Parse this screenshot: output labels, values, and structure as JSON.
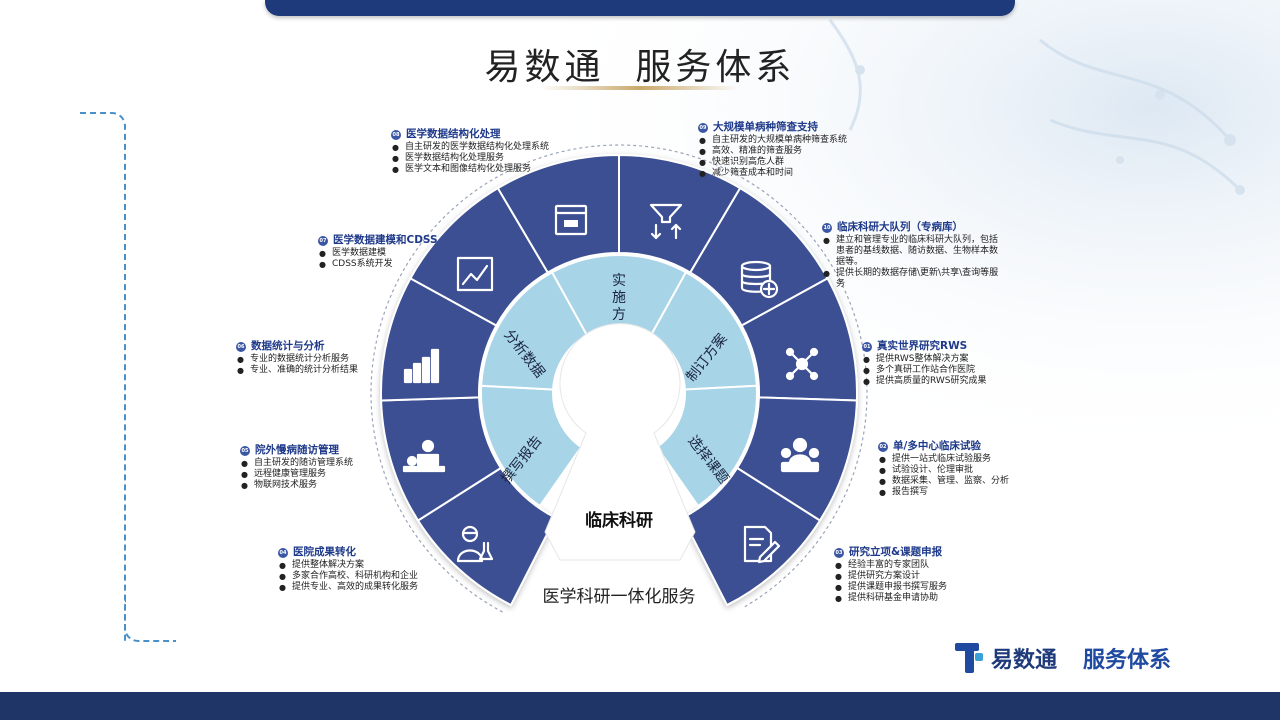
{
  "title": "易数通  服务体系",
  "center": {
    "title": "临床科研",
    "subtitle": "医学科研一体化服务"
  },
  "inner_ring": [
    "实施方案",
    "制订方案",
    "选择课题",
    "撰写报告",
    "分析数据"
  ],
  "icons": [
    "window-icon",
    "funnel-filter-icon",
    "database-add-icon",
    "network-node-icon",
    "team-meeting-icon",
    "document-edit-icon",
    "scientist-icon",
    "patient-care-icon",
    "bar-chart-icon",
    "line-chart-icon"
  ],
  "sections": [
    {
      "num": "01",
      "title": "真实世界研究RWS",
      "items": [
        "提供RWS整体解决方案",
        "多个真研工作站合作医院",
        "提供高质量的RWS研究成果"
      ]
    },
    {
      "num": "02",
      "title": "单/多中心临床试验",
      "items": [
        "提供一站式临床试验服务",
        "试验设计、伦理审批",
        "数据采集、管理、监察、分析",
        "报告撰写"
      ]
    },
    {
      "num": "03",
      "title": "研究立项&课题申报",
      "items": [
        "经验丰富的专家团队",
        "提供研究方案设计",
        "提供课题申报书撰写服务",
        "提供科研基金申请协助"
      ]
    },
    {
      "num": "04",
      "title": "医院成果转化",
      "items": [
        "提供整体解决方案",
        "多家合作高校、科研机构和企业",
        "提供专业、高效的成果转化服务"
      ]
    },
    {
      "num": "05",
      "title": "院外慢病随访管理",
      "items": [
        "自主研发的随访管理系统",
        "远程健康管理服务",
        "物联网技术服务"
      ]
    },
    {
      "num": "06",
      "title": "数据统计与分析",
      "items": [
        "专业的数据统计分析服务",
        "专业、准确的统计分析结果"
      ]
    },
    {
      "num": "07",
      "title": "医学数据建模和CDSS",
      "items": [
        "医学数据建模",
        "CDSS系统开发"
      ]
    },
    {
      "num": "08",
      "title": "医学数据结构化处理",
      "items": [
        "自主研发的医学数据结构化处理系统",
        "医学数据结构化处理服务",
        "医学文本和图像结构化处理服务"
      ]
    },
    {
      "num": "09",
      "title": "大规模单病种筛查支持",
      "items": [
        "自主研发的大规模单病种筛查系统",
        "高效、精准的筛查服务",
        "快速识别高危人群",
        "减少筛查成本和时间"
      ]
    },
    {
      "num": "10",
      "title": "临床科研大队列（专病库）",
      "items": [
        "建立和管理专业的临床科研大队列，包括患者的基线数据、随访数据、生物样本数据等。",
        "提供长期的数据存储\\更新\\共享\\查询等服务"
      ]
    }
  ],
  "logo": {
    "brand": "易数通",
    "subtitle": "服务体系"
  },
  "colors": {
    "outer_ring": "#3d4f93",
    "inner_ring": "#a8d4e8",
    "accent": "#1f3a7a"
  }
}
